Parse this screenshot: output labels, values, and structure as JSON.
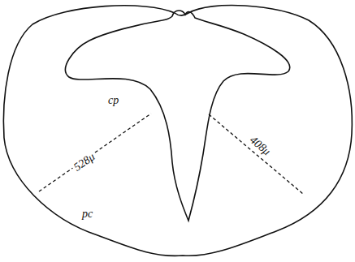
{
  "diagram": {
    "labels": [
      "cp",
      "528μ",
      "408μ",
      "pc"
    ]
  }
}
